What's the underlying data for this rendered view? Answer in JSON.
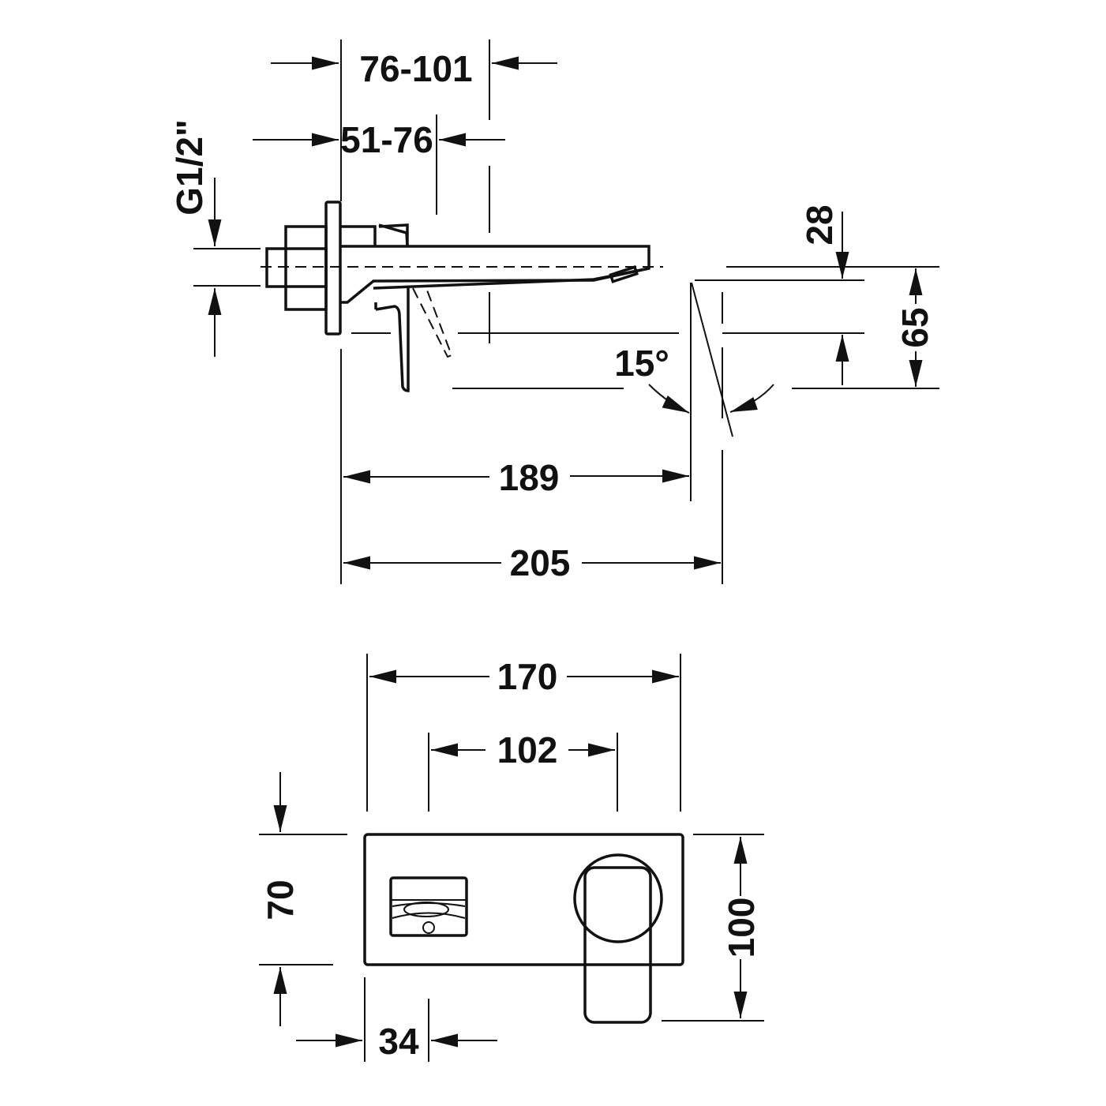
{
  "title": "Wall-mounted basin mixer dimension drawing",
  "side_view": {
    "dim_wall_depth_outer": "76-101",
    "dim_wall_depth_inner": "51-76",
    "dim_thread": "G1/2\"",
    "dim_spout_height": "28",
    "dim_total_height": "65",
    "dim_angle": "15°",
    "dim_spout_reach": "189",
    "dim_total_length": "205"
  },
  "front_view": {
    "dim_plate_width": "170",
    "dim_axis_distance": "102",
    "dim_plate_height_offset": "70",
    "dim_height": "100",
    "dim_spout_offset": "34"
  },
  "colors": {
    "line": "#111111",
    "background": "#ffffff"
  }
}
